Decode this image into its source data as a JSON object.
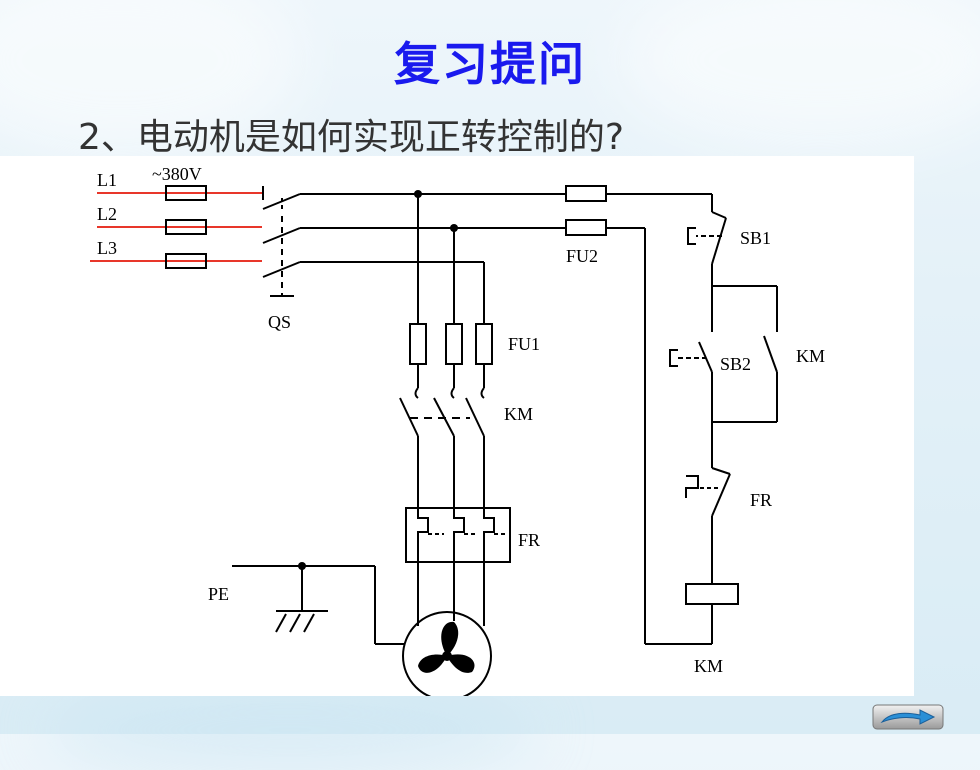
{
  "slide": {
    "title": "复习提问",
    "question": "2、电动机是如何实现正转控制的?"
  },
  "diagram": {
    "labels": {
      "l1": "L1",
      "l2": "L2",
      "l3": "L3",
      "voltage": "~380V",
      "qs": "QS",
      "fu1": "FU1",
      "fu2": "FU2",
      "km_main": "KM",
      "fr_main": "FR",
      "pe": "PE",
      "sb1": "SB1",
      "sb2": "SB2",
      "km_aux": "KM",
      "fr_ctrl": "FR",
      "km_coil": "KM"
    }
  },
  "colors": {
    "title": "#1a1aee",
    "supply_line": "#e8362a",
    "wire": "#000000"
  },
  "nav": {
    "return_icon": "return-arrow-icon"
  }
}
